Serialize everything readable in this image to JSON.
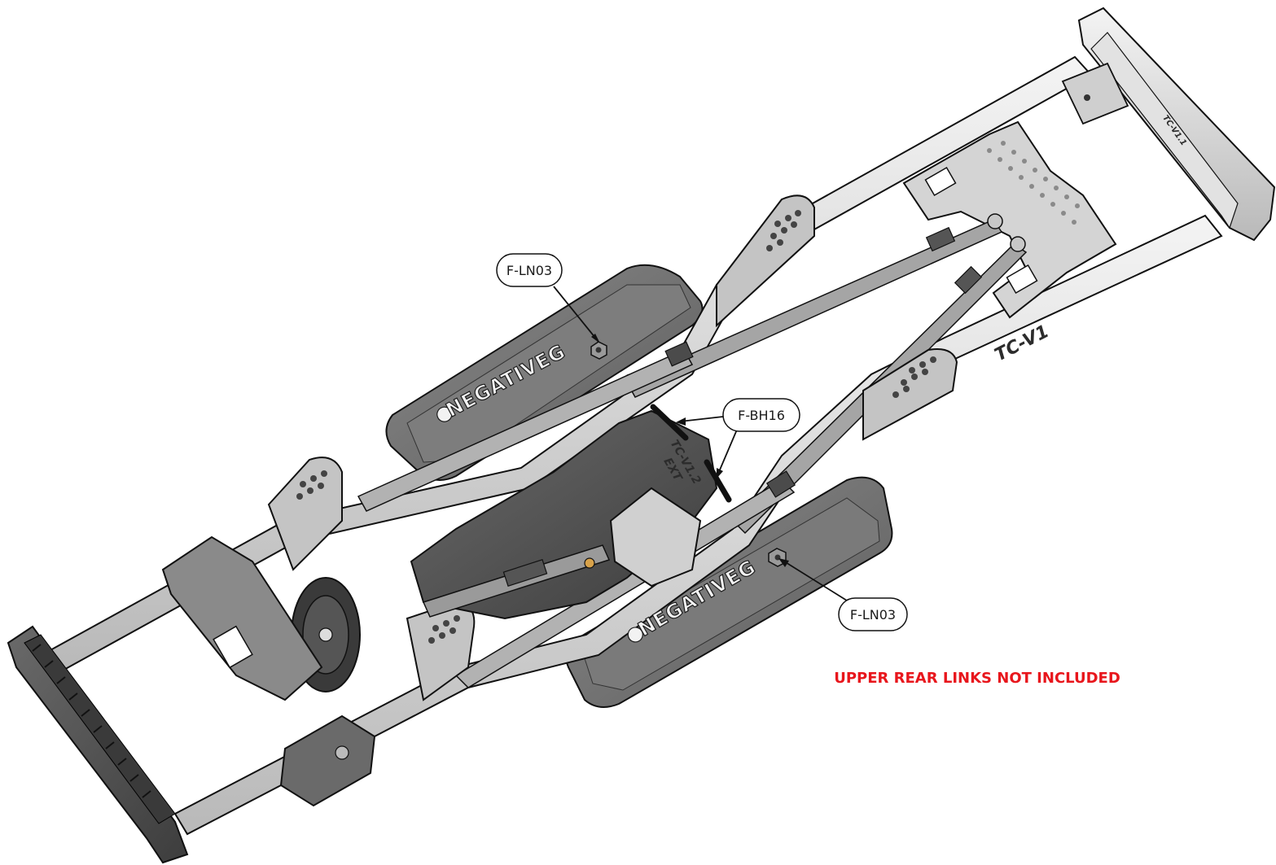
{
  "callouts": {
    "ln03_top": "F-LN03",
    "bh16": "F-BH16",
    "ln03_bottom": "F-LN03"
  },
  "note": "UPPER REAR LINKS NOT INCLUDED",
  "engravings": {
    "rail_right": "TC-V1",
    "crossmember": "TC-V1.1",
    "skid_block": "TC-V1.2",
    "skid_block_sub": "EXT"
  },
  "logos": {
    "skid_top": "NEGATIVEG",
    "skid_bottom": "NEGATIVEG"
  },
  "colors": {
    "note": "#e8161c",
    "skid_plate": "#6e6e6e",
    "rail": "#d9d9d9",
    "outline": "#111111"
  }
}
